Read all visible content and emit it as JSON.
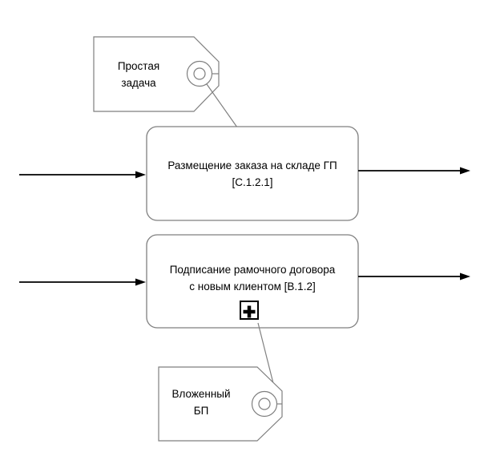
{
  "diagram": {
    "type": "business-process-diagram",
    "background_color": "#ffffff",
    "colors": {
      "shape_stroke": "#7f7f7f",
      "connector_line": "#808080",
      "arrow": "#000000",
      "text": "#000000",
      "marker": "#000000"
    },
    "tasks": [
      {
        "id": "C.1.2.1",
        "label": "Размещение заказа на складе ГП\n[C.1.2.1]"
      },
      {
        "id": "B.1.2",
        "label": "Подписание рамочного договора\nс новым клиентом [B.1.2]",
        "marker_icon": "plus-subprocess-icon"
      }
    ],
    "annotations": [
      {
        "id": "tag-top",
        "label": "Простая\nзадача",
        "shape": "tag-with-grommet"
      },
      {
        "id": "tag-bottom",
        "label": "Вложенный\nБП",
        "shape": "tag-with-grommet"
      }
    ],
    "flows": [
      {
        "id": "in-task-1",
        "direction": "right"
      },
      {
        "id": "out-task-1",
        "direction": "right"
      },
      {
        "id": "in-task-2",
        "direction": "right"
      },
      {
        "id": "out-task-2",
        "direction": "right"
      }
    ]
  }
}
